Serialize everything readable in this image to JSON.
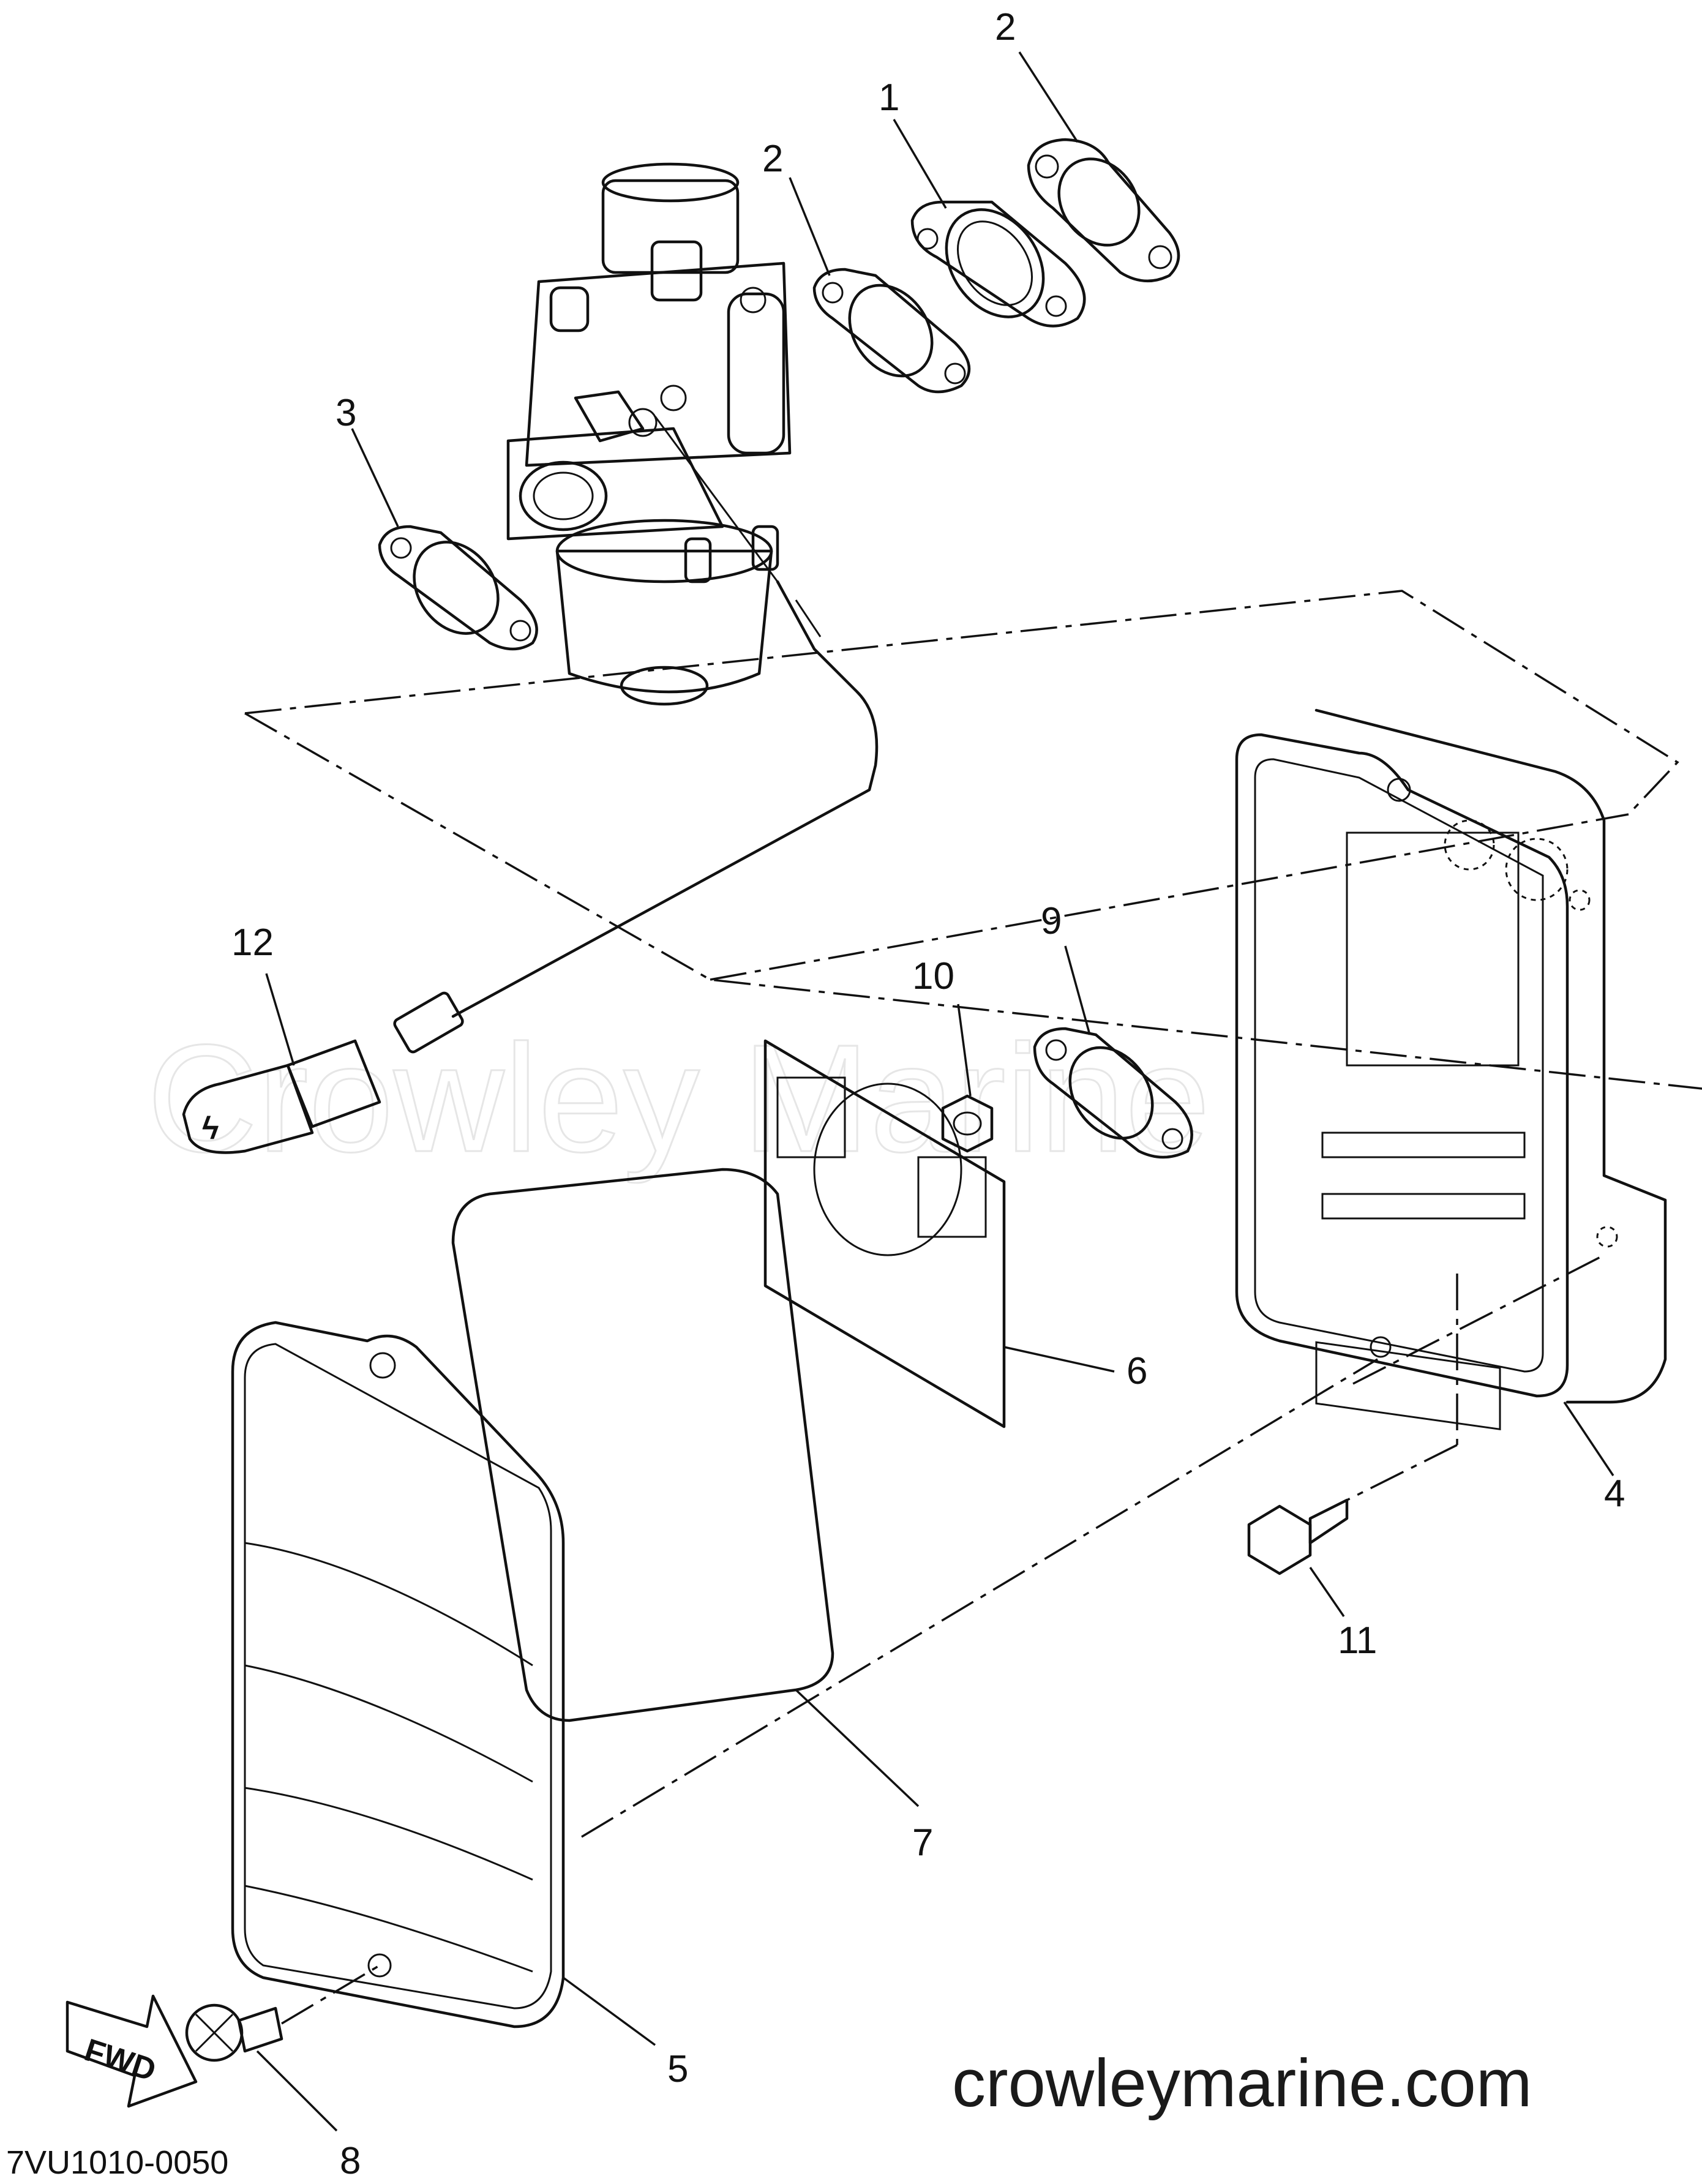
{
  "watermark": "Crowley Marine",
  "site_url": "crowleymarine.com",
  "diagram_code": "7VU1010-0050",
  "direction_arrow": "FWD",
  "callouts": [
    {
      "id": "c1",
      "label": "1"
    },
    {
      "id": "c2a",
      "label": "2"
    },
    {
      "id": "c2b",
      "label": "2"
    },
    {
      "id": "c3",
      "label": "3"
    },
    {
      "id": "c4",
      "label": "4"
    },
    {
      "id": "c5",
      "label": "5"
    },
    {
      "id": "c6",
      "label": "6"
    },
    {
      "id": "c7",
      "label": "7"
    },
    {
      "id": "c8",
      "label": "8"
    },
    {
      "id": "c9",
      "label": "9"
    },
    {
      "id": "c10",
      "label": "10"
    },
    {
      "id": "c11",
      "label": "11"
    },
    {
      "id": "c12",
      "label": "12"
    }
  ]
}
